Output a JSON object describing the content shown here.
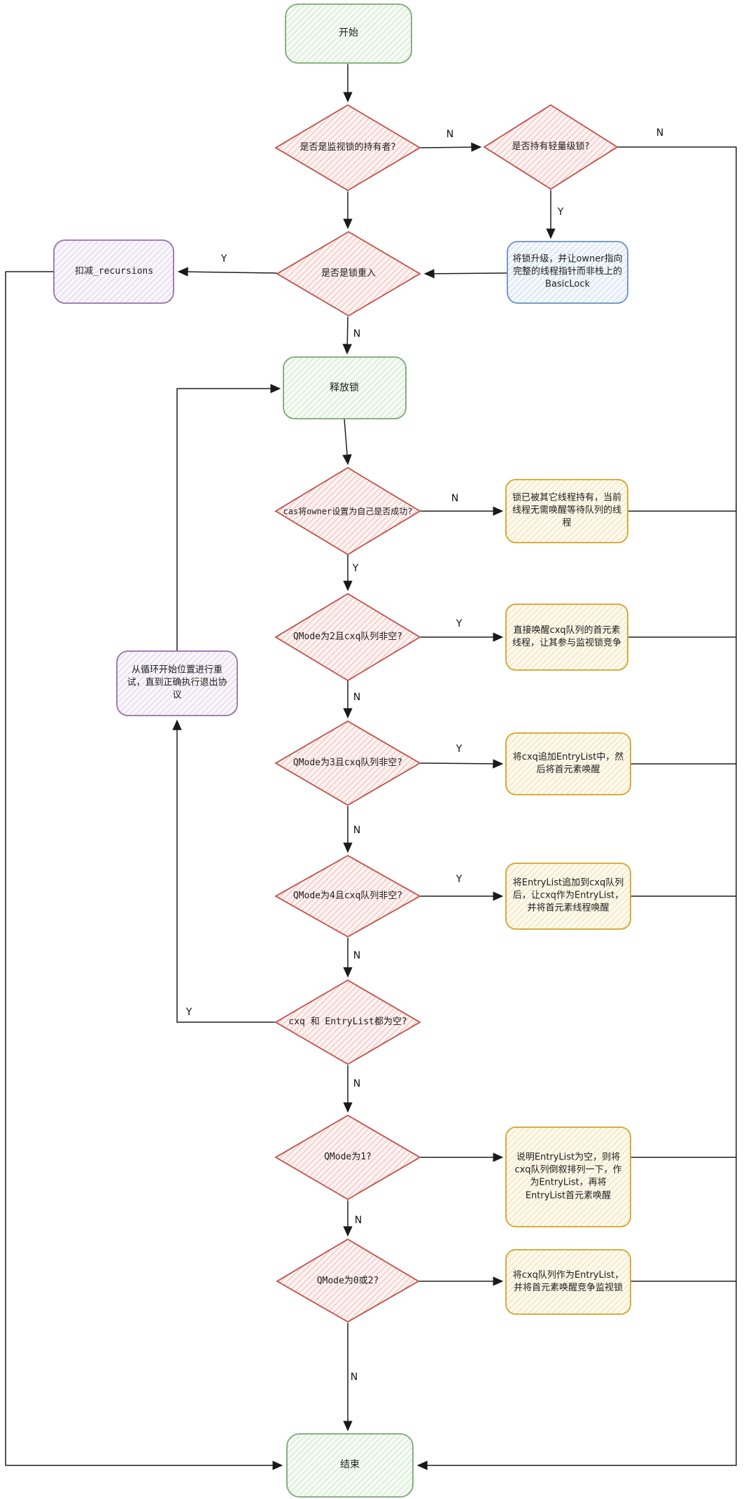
{
  "nodes": {
    "start": {
      "label": "开始"
    },
    "d_owner": {
      "label": "是否是监视锁的持有者?"
    },
    "d_lightweight": {
      "label": "是否持有轻量级锁?"
    },
    "upgrade_lock": {
      "label": "将锁升级，并让owner指向完整的线程指针而非栈上的BasicLock"
    },
    "decrement": {
      "label": "扣减_recursions"
    },
    "d_reentrant": {
      "label": "是否是锁重入"
    },
    "release_lock": {
      "label": "释放锁"
    },
    "d_cas_owner": {
      "label": "cas将owner设置为自己是否成功?"
    },
    "held_by_other": {
      "label": "锁已被其它线程持有，当前线程无需唤醒等待队列的线程"
    },
    "d_qmode2": {
      "label": "QMode为2且cxq队列非空?"
    },
    "wake_cxq_head": {
      "label": "直接唤醒cxq队列的首元素线程，让其参与监视锁竞争"
    },
    "retry_loop": {
      "label": "从循环开始位置进行重试，直到正确执行退出协议"
    },
    "d_qmode3": {
      "label": "QMode为3且cxq队列非空?"
    },
    "append_cxq": {
      "label": "将cxq追加EntryList中，然后将首元素唤醒"
    },
    "d_qmode4": {
      "label": "QMode为4且cxq队列非空?"
    },
    "append_entrylist": {
      "label": "将EntryList追加到cxq队列后，让cxq作为EntryList，并将首元素线程唤醒"
    },
    "d_both_empty": {
      "label": "cxq 和 EntryList都为空?"
    },
    "d_qmode1": {
      "label": "QMode为1?"
    },
    "reverse_cxq": {
      "label": "说明EntryList为空，则将cxq队列倒叙排列一下，作为EntryList，再将EntryList首元素唤醒"
    },
    "d_qmode0or2": {
      "label": "QMode为0或2?"
    },
    "cxq_as_entrylist": {
      "label": "将cxq队列作为EntryList，并将首元素唤醒竞争监视锁"
    },
    "end": {
      "label": "结束"
    }
  },
  "edge_labels": [
    {
      "text": "N"
    },
    {
      "text": "N"
    },
    {
      "text": "Y"
    },
    {
      "text": "Y"
    },
    {
      "text": "N"
    },
    {
      "text": "N"
    },
    {
      "text": "Y"
    },
    {
      "text": "Y"
    },
    {
      "text": "N"
    },
    {
      "text": "Y"
    },
    {
      "text": "N"
    },
    {
      "text": "Y"
    },
    {
      "text": "N"
    },
    {
      "text": "Y"
    },
    {
      "text": "N"
    },
    {
      "text": "N"
    },
    {
      "text": "N"
    }
  ],
  "colors": {
    "diamond_stroke": "#bf5049",
    "green_stroke": "#7aa874",
    "purple_stroke": "#9673a6",
    "blue_stroke": "#6c8ebf",
    "yellow_stroke": "#d4a22a",
    "edge": "#1f1f1f"
  }
}
